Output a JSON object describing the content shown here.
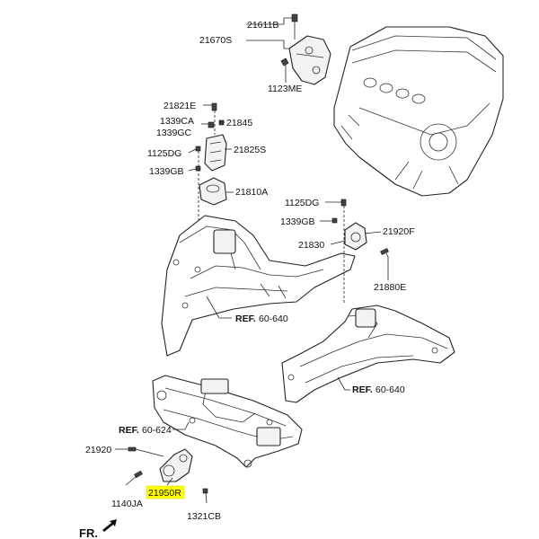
{
  "diagram": {
    "labels": {
      "p21611B": "21611B",
      "p21670S": "21670S",
      "p1123ME": "1123ME",
      "p21821E": "21821E",
      "p1339CA": "1339CA",
      "p1339GC": "1339GC",
      "p21845": "21845",
      "p1125DG_a": "1125DG",
      "p21825S": "21825S",
      "p1339GB_a": "1339GB",
      "p21810A": "21810A",
      "p1125DG_b": "1125DG",
      "p1339GB_b": "1339GB",
      "p21920F": "21920F",
      "p21830": "21830",
      "p21880E": "21880E",
      "ref1_prefix": "REF.",
      "ref1_value": "60-640",
      "ref2_prefix": "REF.",
      "ref2_value": "60-640",
      "ref3_prefix": "REF.",
      "ref3_value": "60-624",
      "p21920": "21920",
      "p1140JA": "1140JA",
      "p21950R": "21950R",
      "p1321CB": "1321CB",
      "front": "FR."
    },
    "highlight_color": "#ffff00"
  }
}
